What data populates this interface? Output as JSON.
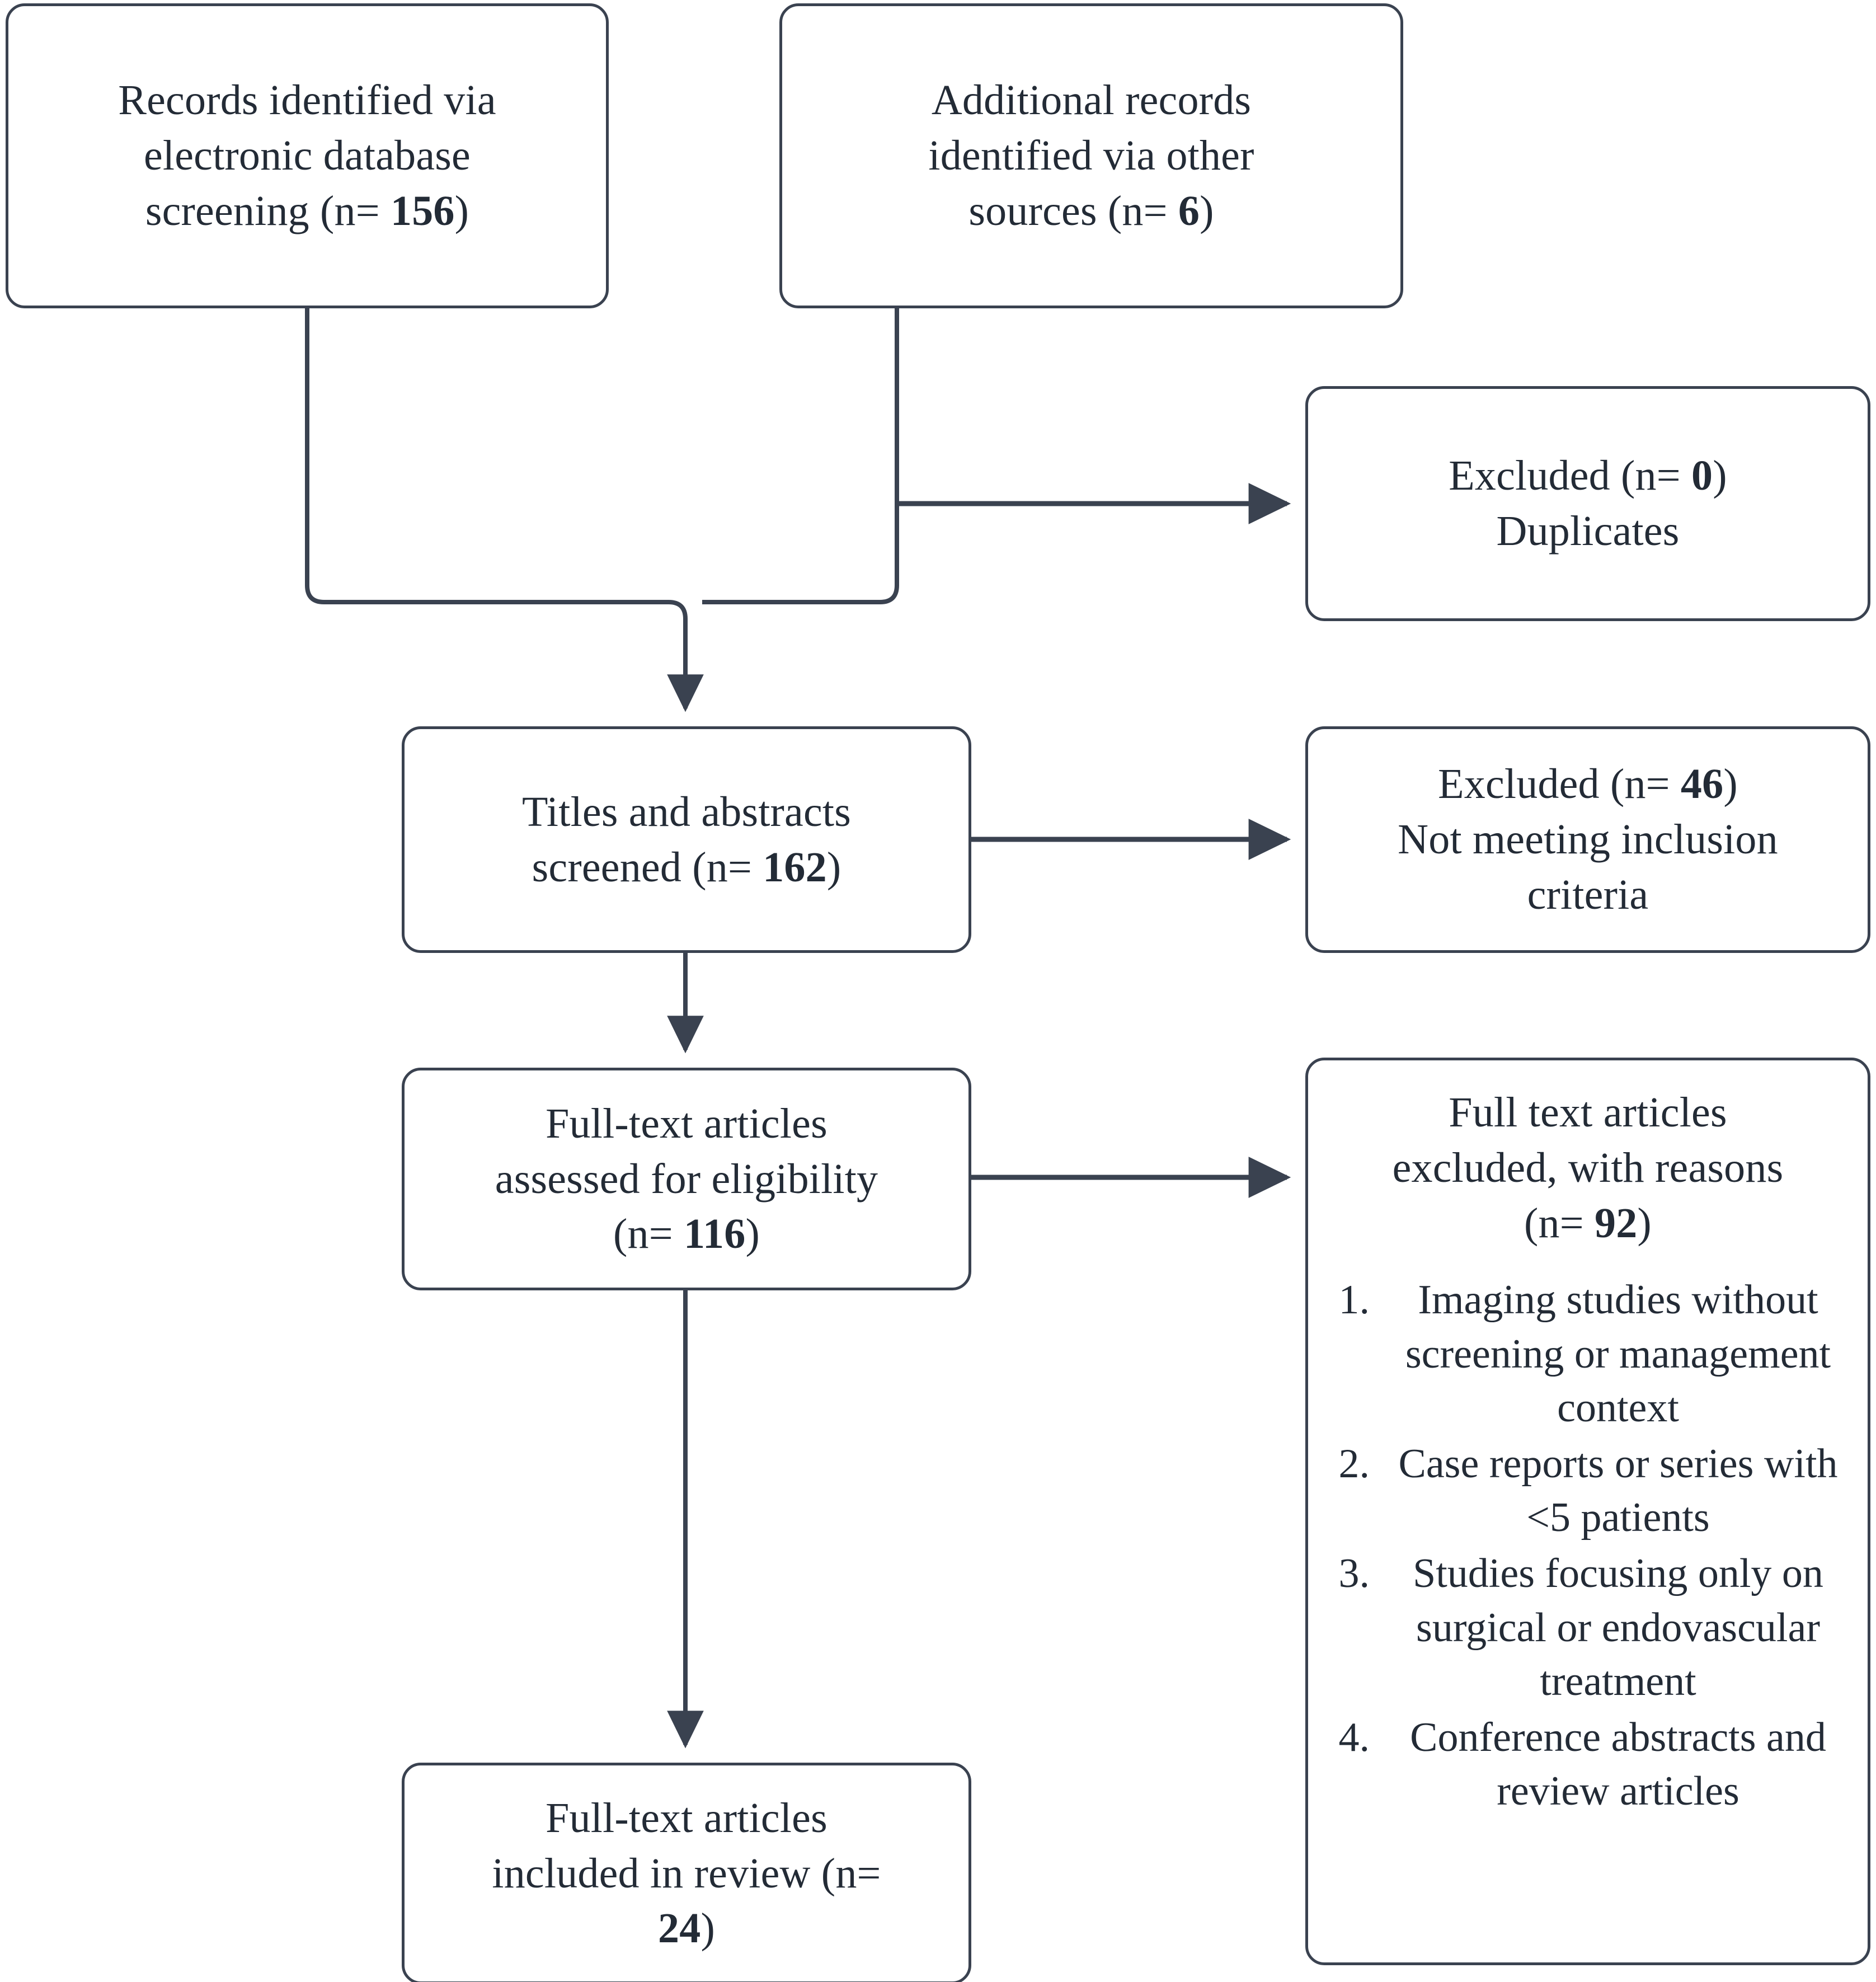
{
  "diagram": {
    "type": "prisma-flow-diagram",
    "boxes": {
      "identified_db": {
        "text": "Records identified via\nelectronic database\nscreening (n= ",
        "count": "156",
        "tail": ")"
      },
      "identified_other": {
        "text": "Additional records\nidentified via other\nsources (n= ",
        "count": "6",
        "tail": ")"
      },
      "excluded_duplicates": {
        "text": "Excluded (n= ",
        "count": "0",
        "tail": ")\nDuplicates"
      },
      "titles_screened": {
        "text": "Titles and abstracts\nscreened (n= ",
        "count": "162",
        "tail": ")"
      },
      "excluded_criteria": {
        "text": "Excluded (n= ",
        "count": "46",
        "tail": ")\nNot meeting inclusion\ncriteria"
      },
      "fulltext_assessed": {
        "text": "Full-text articles\nassessed for eligibility\n(n= ",
        "count": "116",
        "tail": ")"
      },
      "fulltext_excluded": {
        "text": "Full text articles\nexcluded, with reasons\n(n= ",
        "count": "92",
        "tail": ")",
        "reasons": [
          {
            "num": "1.",
            "label": "Imaging studies without screening or management context"
          },
          {
            "num": "2.",
            "label": "Case reports or series with <5 patients"
          },
          {
            "num": "3.",
            "label": "Studies focusing only on surgical or endovascular treatment"
          },
          {
            "num": "4.",
            "label": "Conference abstracts and review articles"
          }
        ]
      },
      "fulltext_included": {
        "text": "Full-text articles\nincluded in review (n=\n",
        "count": "24",
        "tail": ")"
      }
    },
    "colors": {
      "border": "#3a4250",
      "connector": "#3a4250",
      "text": "#232b36",
      "background": "#ffffff"
    },
    "chart_data": {
      "type": "flowchart",
      "title": "PRISMA study selection flow",
      "nodes": [
        {
          "id": "identified_db",
          "label": "Records identified via electronic database screening",
          "n": 156
        },
        {
          "id": "identified_other",
          "label": "Additional records identified via other sources",
          "n": 6
        },
        {
          "id": "excluded_duplicates",
          "label": "Excluded - Duplicates",
          "n": 0
        },
        {
          "id": "titles_screened",
          "label": "Titles and abstracts screened",
          "n": 162
        },
        {
          "id": "excluded_criteria",
          "label": "Excluded - Not meeting inclusion criteria",
          "n": 46
        },
        {
          "id": "fulltext_assessed",
          "label": "Full-text articles assessed for eligibility",
          "n": 116
        },
        {
          "id": "fulltext_excluded",
          "label": "Full text articles excluded, with reasons",
          "n": 92
        },
        {
          "id": "fulltext_included",
          "label": "Full-text articles included in review",
          "n": 24
        }
      ],
      "edges": [
        {
          "from": "identified_db",
          "to": "titles_screened"
        },
        {
          "from": "identified_other",
          "to": "titles_screened"
        },
        {
          "from": "identified_other",
          "to": "excluded_duplicates"
        },
        {
          "from": "titles_screened",
          "to": "excluded_criteria"
        },
        {
          "from": "titles_screened",
          "to": "fulltext_assessed"
        },
        {
          "from": "fulltext_assessed",
          "to": "fulltext_excluded"
        },
        {
          "from": "fulltext_assessed",
          "to": "fulltext_included"
        }
      ]
    }
  }
}
